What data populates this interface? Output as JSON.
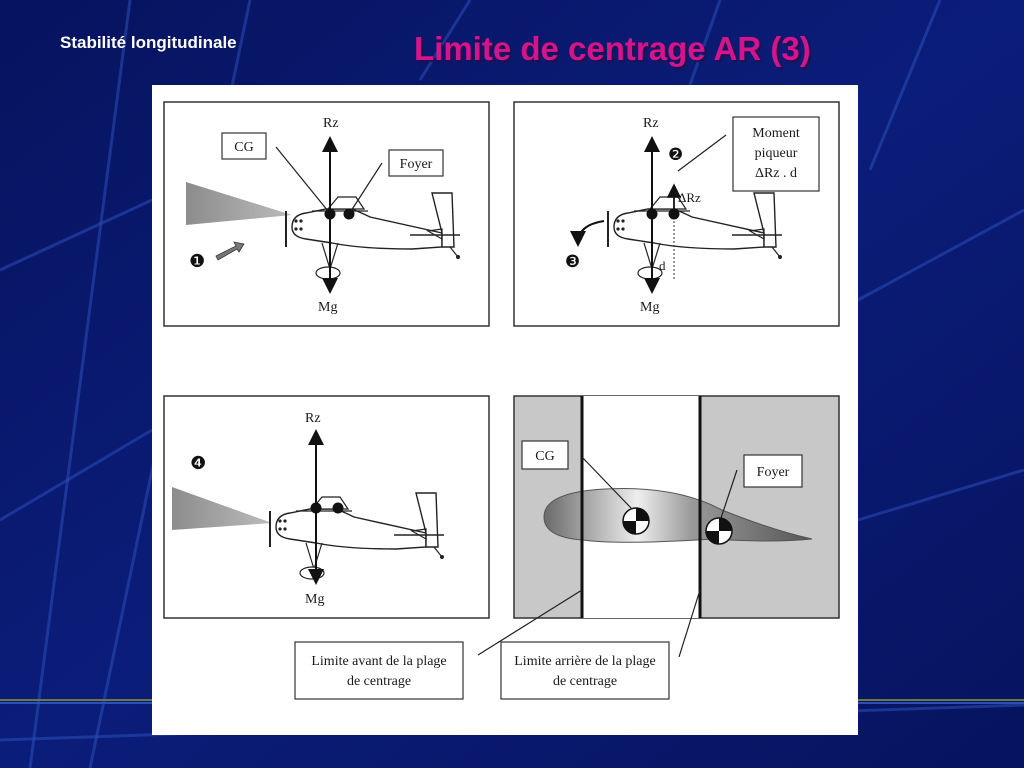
{
  "slide": {
    "subtitle": "Stabilité longitudinale",
    "title": "Limite de centrage AR (3)",
    "colors": {
      "background": "#0a1a6e",
      "title": "#d4148c",
      "subtitle": "#ffffff",
      "panel_fill_grey": "#c8c8c8"
    }
  },
  "figure": {
    "panel1": {
      "rz": "Rz",
      "mg": "Mg",
      "cg": "CG",
      "foyer": "Foyer",
      "marker": "❶"
    },
    "panel2": {
      "rz": "Rz",
      "mg": "Mg",
      "moment_line1": "Moment",
      "moment_line2": "piqueur",
      "moment_line3": "ΔRz . d",
      "delta_rz": "ΔRz",
      "d": "d",
      "marker2": "❷",
      "marker3": "❸"
    },
    "panel3": {
      "rz": "Rz",
      "mg": "Mg",
      "marker": "❹"
    },
    "panel4": {
      "cg": "CG",
      "foyer": "Foyer"
    },
    "callouts": {
      "front_line1": "Limite avant de la plage",
      "front_line2": "de centrage",
      "rear_line1": "Limite arrière de la plage",
      "rear_line2": "de centrage"
    }
  }
}
